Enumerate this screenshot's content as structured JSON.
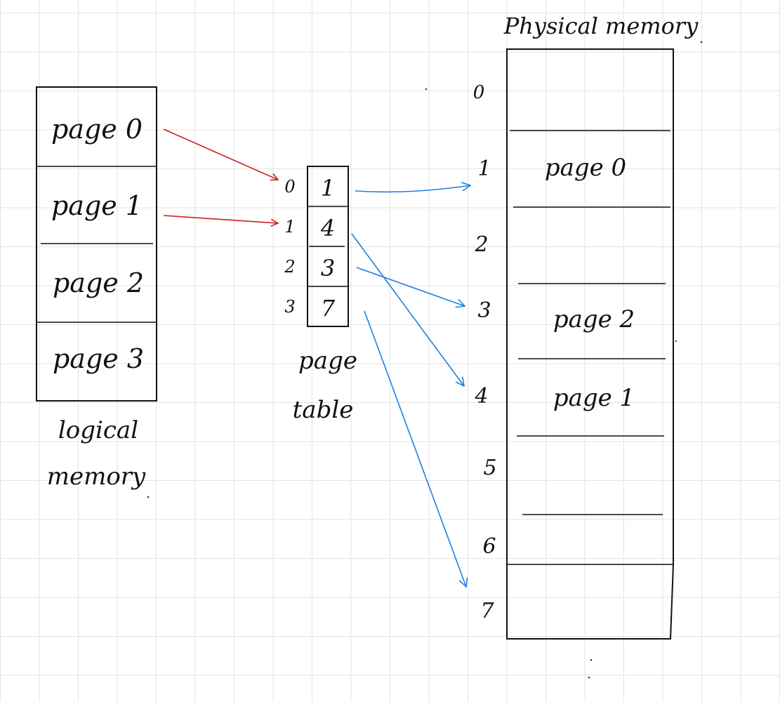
{
  "logical_memory": {
    "pages": [
      "page 0",
      "page 1",
      "page 2",
      "page 3"
    ],
    "label_line1": "logical",
    "label_line2": "memory"
  },
  "page_table": {
    "indices": [
      "0",
      "1",
      "2",
      "3"
    ],
    "frames": [
      "1",
      "4",
      "3",
      "7"
    ],
    "label_line1": "page",
    "label_line2": "table"
  },
  "physical_memory": {
    "title": "Physical memory",
    "frame_numbers": [
      "0",
      "1",
      "2",
      "3",
      "4",
      "5",
      "6",
      "7"
    ],
    "slot_contents": [
      "",
      "page 0",
      "",
      "page 2",
      "page 1",
      "",
      "",
      ""
    ]
  },
  "colors": {
    "logical_to_table_arrows": "#cc1f1f",
    "table_to_physical_arrows": "#1f7fe0"
  }
}
